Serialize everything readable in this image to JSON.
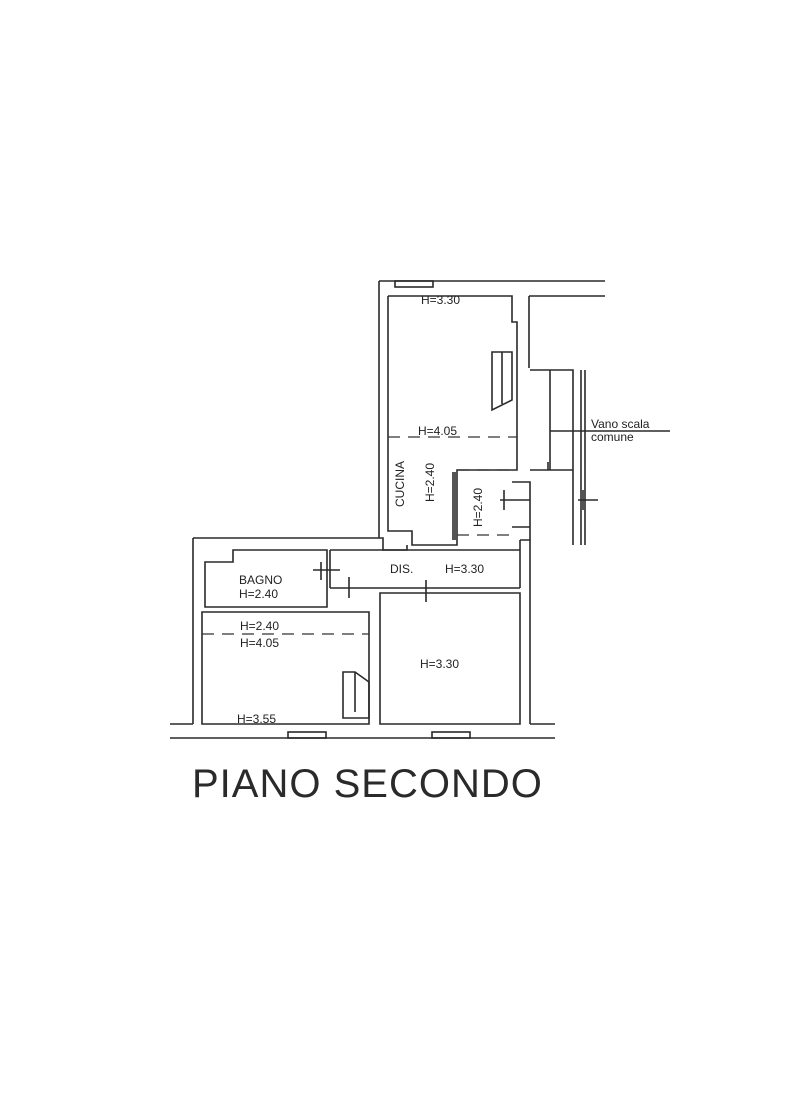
{
  "title": "PIANO SECONDO",
  "labels": {
    "top_room_height": "H=3.30",
    "top_room_split_height": "H=4.05",
    "kitchen_name": "CUCINA",
    "kitchen_height": "H=2.40",
    "closet_height": "H=2.40",
    "stair_label_line1": "Vano scala",
    "stair_label_line2": "comune",
    "corridor_name": "DIS.",
    "corridor_height": "H=3.30",
    "bathroom_name": "BAGNO",
    "bathroom_height": "H=2.40",
    "left_room_height_upper": "H=2.40",
    "left_room_height_lower": "H=4.05",
    "left_room_window_height": "H=3.55",
    "right_room_height": "H=3.30"
  }
}
